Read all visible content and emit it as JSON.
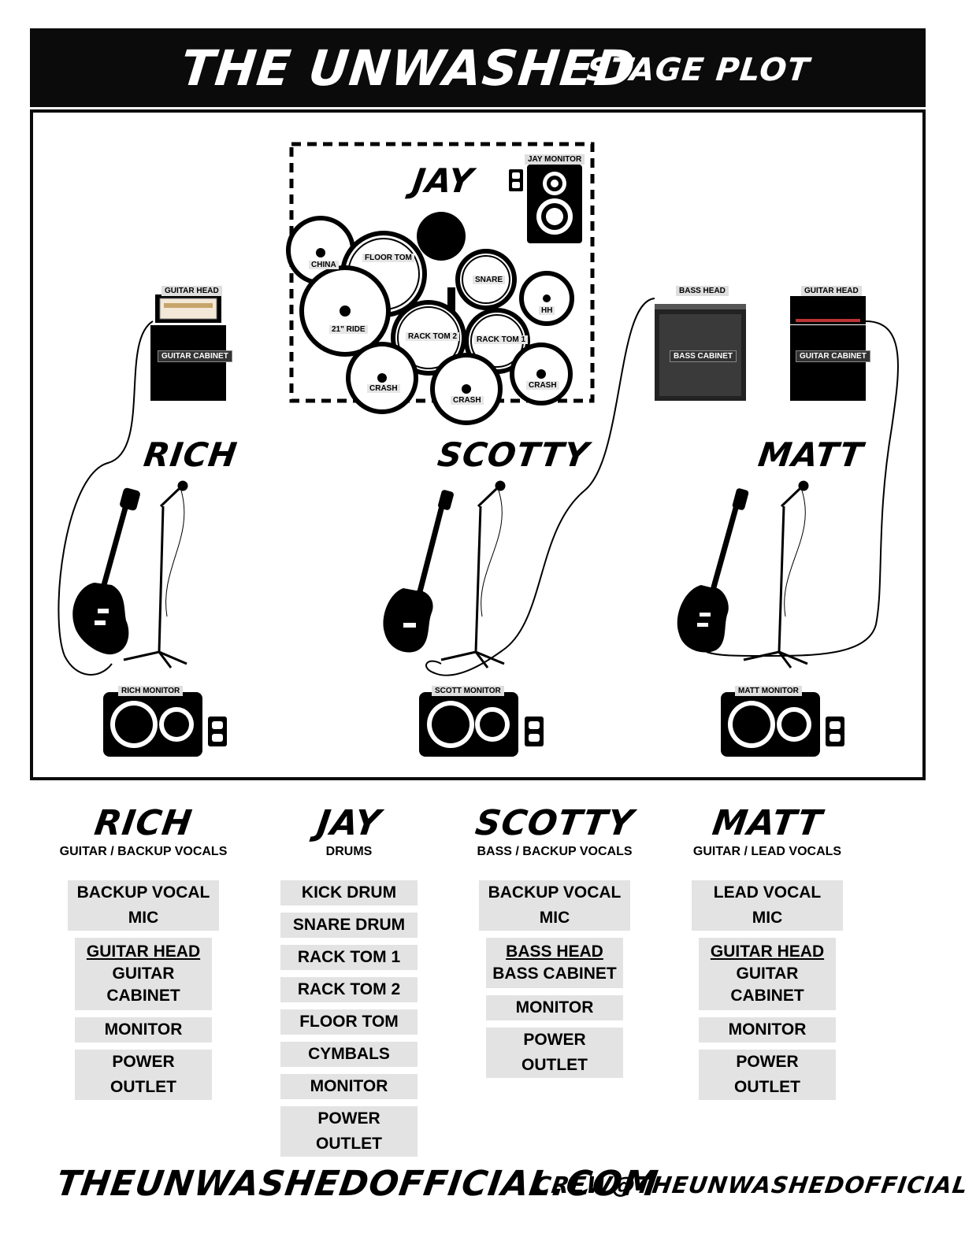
{
  "header": {
    "title": "THE UNWASHED",
    "subtitle": "STAGE PLOT"
  },
  "stage": {
    "drummer": "JAY",
    "jay_monitor": "JAY MONITOR",
    "drums": {
      "china": "CHINA",
      "floor_tom": "FLOOR TOM",
      "snare": "SNARE",
      "hh": "HH",
      "ride": "21\" RIDE",
      "rack_tom_2": "RACK TOM 2",
      "rack_tom_1": "RACK TOM 1",
      "crash_left": "CRASH",
      "crash_center": "CRASH",
      "crash_right": "CRASH"
    },
    "left_amp": {
      "head": "GUITAR HEAD",
      "cabinet": "GUITAR CABINET"
    },
    "bass_amp": {
      "head": "BASS HEAD",
      "cabinet": "BASS CABINET"
    },
    "right_amp": {
      "head": "GUITAR HEAD",
      "cabinet": "GUITAR CABINET"
    },
    "players": {
      "left": "RICH",
      "center": "SCOTTY",
      "right": "MATT"
    },
    "monitors": {
      "left": "RICH MONITOR",
      "center": "SCOTT MONITOR",
      "right": "MATT MONITOR"
    }
  },
  "members": [
    {
      "name": "RICH",
      "role": "GUITAR / BACKUP VOCALS",
      "items": [
        "BACKUP VOCAL MIC",
        "GUITAR HEAD",
        "GUITAR CABINET",
        "MONITOR",
        "POWER OUTLET"
      ]
    },
    {
      "name": "JAY",
      "role": "DRUMS",
      "items": [
        "KICK DRUM",
        "SNARE DRUM",
        "RACK TOM 1",
        "RACK TOM 2",
        "FLOOR TOM",
        "CYMBALS",
        "MONITOR",
        "POWER OUTLET"
      ]
    },
    {
      "name": "SCOTTY",
      "role": "BASS / BACKUP VOCALS",
      "items": [
        "BACKUP VOCAL MIC",
        "BASS HEAD",
        "BASS CABINET",
        "MONITOR",
        "POWER OUTLET"
      ]
    },
    {
      "name": "MATT",
      "role": "GUITAR / LEAD VOCALS",
      "items": [
        "LEAD VOCAL MIC",
        "GUITAR HEAD",
        "GUITAR CABINET",
        "MONITOR",
        "POWER OUTLET"
      ]
    }
  ],
  "footer": {
    "website": "THEUNWASHEDOFFICIAL.COM",
    "email": "CREW@THEUNWASHEDOFFICIAL.COM"
  }
}
